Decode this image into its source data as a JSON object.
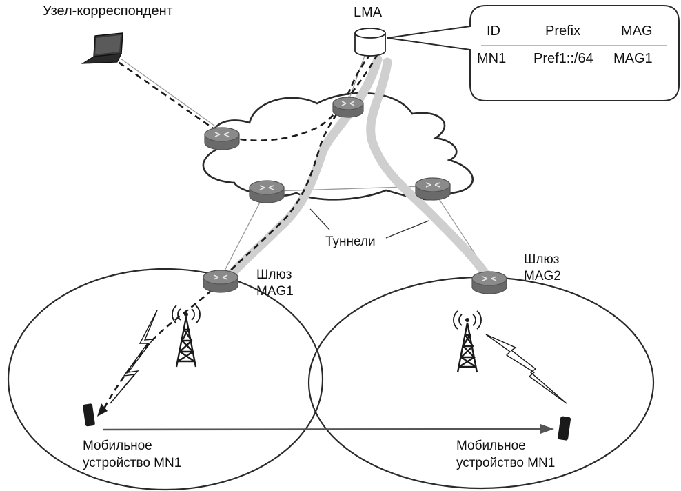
{
  "labels": {
    "correspondent_node": "Узел-корреспондент",
    "lma": "LMA",
    "tunnels": "Туннели",
    "gateway1_line1": "Шлюз",
    "gateway1_line2": "MAG1",
    "gateway2_line1": "Шлюз",
    "gateway2_line2": "MAG2",
    "mobile1_line1": "Мобильное",
    "mobile1_line2": "устройство MN1",
    "mobile2_line1": "Мобильное",
    "mobile2_line2": "устройство MN1"
  },
  "binding_table": {
    "headers": [
      "ID",
      "Prefix",
      "MAG"
    ],
    "rows": [
      [
        "MN1",
        "Pref1::/64",
        "MAG1"
      ]
    ]
  },
  "colors": {
    "tunnel": "#cfcfcf",
    "router": "#8a8a8a",
    "line": "#1a1a1a"
  },
  "icons": [
    "laptop-icon",
    "server-icon",
    "router-icon",
    "cell-tower-icon",
    "mobile-phone-icon",
    "lightning-icon"
  ]
}
